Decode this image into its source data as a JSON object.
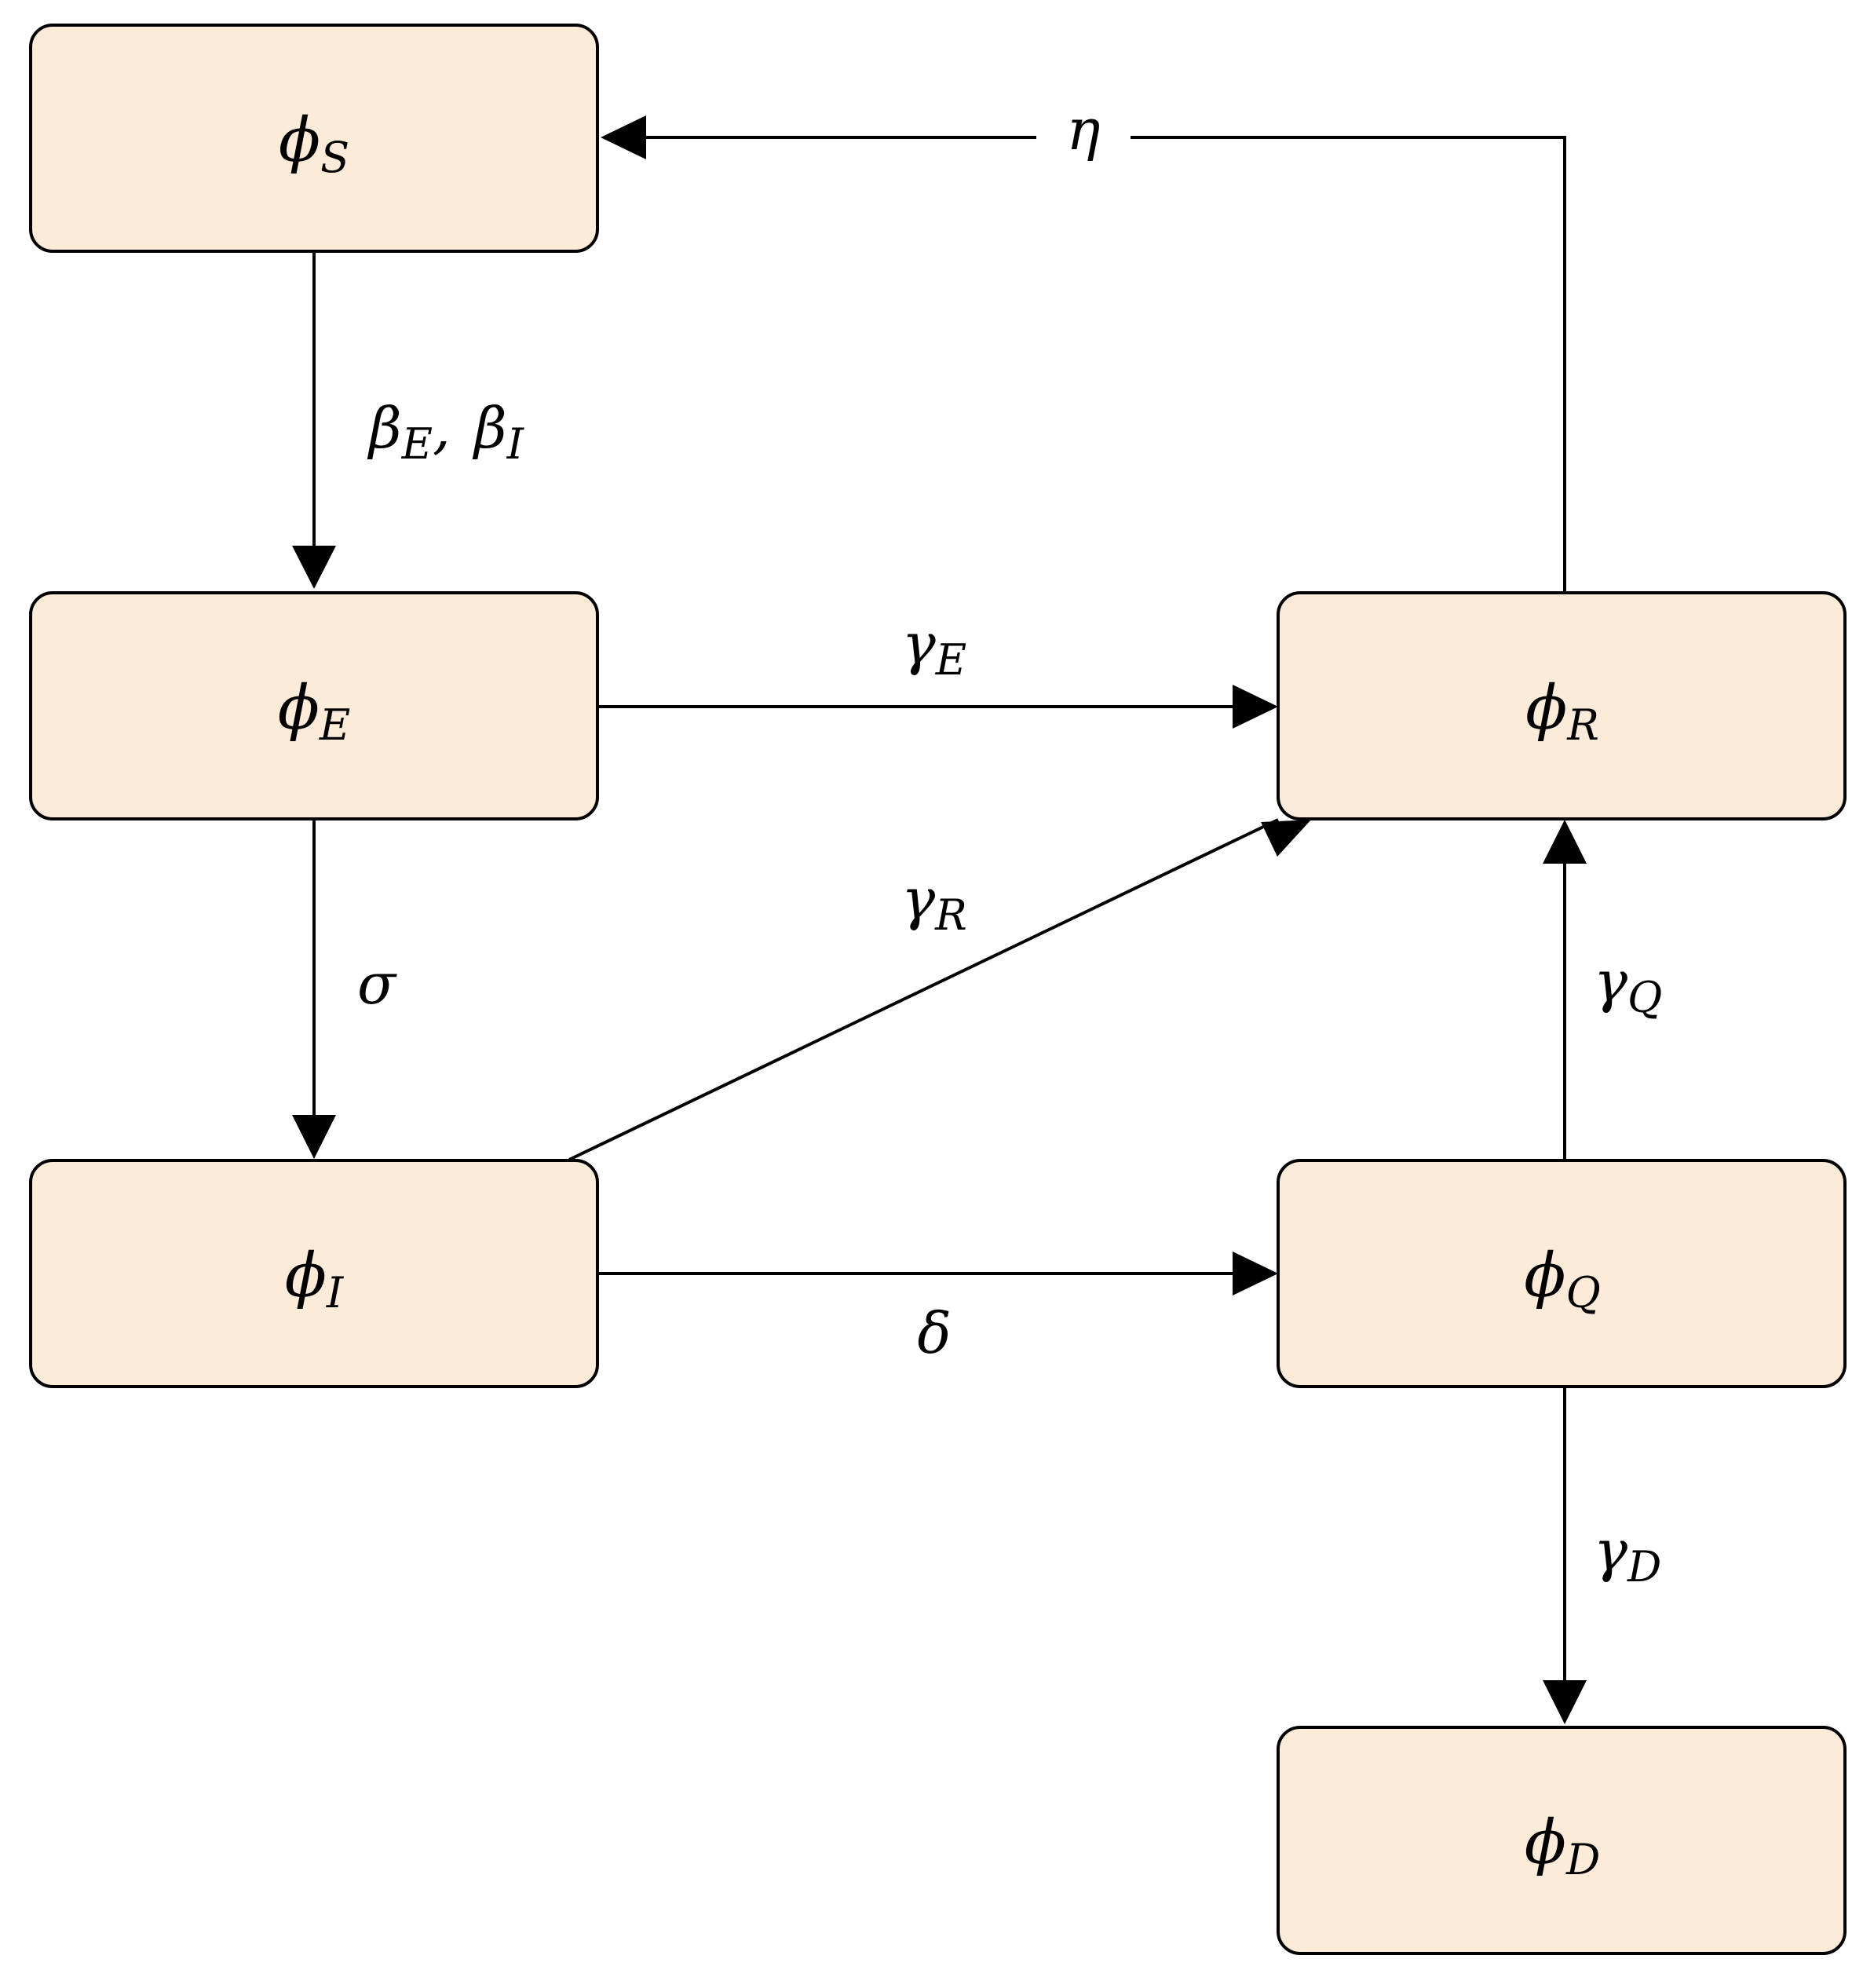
{
  "nodes": {
    "S": {
      "symbol": "ϕ",
      "sub": "S"
    },
    "E": {
      "symbol": "ϕ",
      "sub": "E"
    },
    "I": {
      "symbol": "ϕ",
      "sub": "I"
    },
    "R": {
      "symbol": "ϕ",
      "sub": "R"
    },
    "Q": {
      "symbol": "ϕ",
      "sub": "Q"
    },
    "D": {
      "symbol": "ϕ",
      "sub": "D"
    }
  },
  "edges": {
    "S_to_E": {
      "label_1": "β",
      "sub_1": "E",
      "sep": ",",
      "label_2": "β",
      "sub_2": "I"
    },
    "E_to_I": {
      "label": "σ"
    },
    "E_to_R": {
      "label": "γ",
      "sub": "E"
    },
    "I_to_R": {
      "label": "γ",
      "sub": "R"
    },
    "I_to_Q": {
      "label": "δ"
    },
    "Q_to_R": {
      "label": "γ",
      "sub": "Q"
    },
    "Q_to_D": {
      "label": "γ",
      "sub": "D"
    },
    "R_to_S": {
      "label": "η"
    }
  },
  "colors": {
    "box_fill": "#fdebd9",
    "stroke": "#000000"
  }
}
